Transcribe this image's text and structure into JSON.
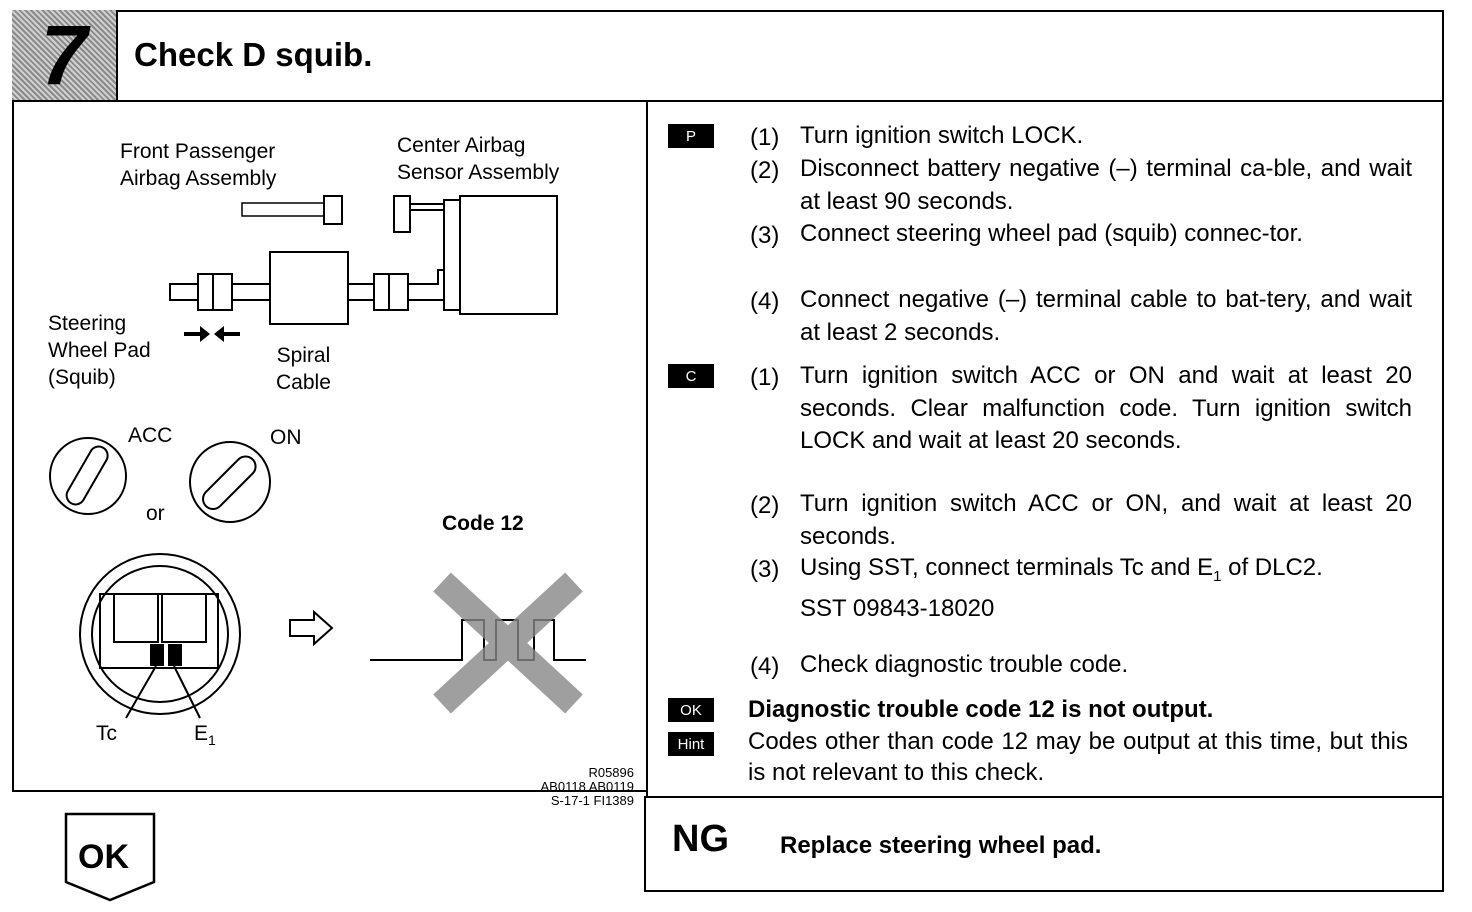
{
  "header": {
    "step_number": "7",
    "title": "Check D squib."
  },
  "figure": {
    "labels": {
      "front_passenger": "Front Passenger\nAirbag Assembly",
      "center_sensor": "Center Airbag\nSensor Assembly",
      "steering_pad": "Steering\nWheel Pad\n(Squib)",
      "spiral_cable": "Spiral\nCable",
      "acc": "ACC",
      "on": "ON",
      "or": "or",
      "code12": "Code 12",
      "tc": "Tc",
      "e1": "E",
      "e1_sub": "1"
    },
    "ref_codes": [
      "R05896",
      "AB0118 AB0119",
      "S-17-1 FI1389"
    ]
  },
  "procedure": {
    "p_badge": "P",
    "p_steps": [
      {
        "num": "(1)",
        "text": "Turn ignition switch LOCK."
      },
      {
        "num": "(2)",
        "text": "Disconnect battery negative (–) terminal ca-ble, and wait at least 90 seconds."
      },
      {
        "num": "(3)",
        "text": "Connect steering wheel pad (squib) connec-tor."
      },
      {
        "num": "(4)",
        "text": "Connect negative (–) terminal cable to bat-tery, and wait at least 2 seconds."
      }
    ],
    "c_badge": "C",
    "c_steps": [
      {
        "num": "(1)",
        "text": "Turn ignition switch ACC or ON and wait at least 20 seconds. Clear malfunction code. Turn ignition switch LOCK and wait at least 20 seconds."
      },
      {
        "num": "(2)",
        "text": "Turn ignition switch ACC or ON, and wait at least 20 seconds."
      },
      {
        "num": "(3)",
        "text_a": "Using SST, connect terminals Tc and E",
        "text_sub": "1",
        "text_b": " of DLC2.",
        "sst": "SST 09843-18020"
      },
      {
        "num": "(4)",
        "text": "Check diagnostic trouble code."
      }
    ],
    "ok_badge": "OK",
    "ok_text": "Diagnostic trouble code 12 is not output.",
    "hint_badge": "Hint",
    "hint_text": "Codes other than code 12 may be output at this time, but this is not relevant to this check."
  },
  "result": {
    "ok_label": "OK",
    "ng_label": "NG",
    "ng_action": "Replace steering wheel pad."
  }
}
